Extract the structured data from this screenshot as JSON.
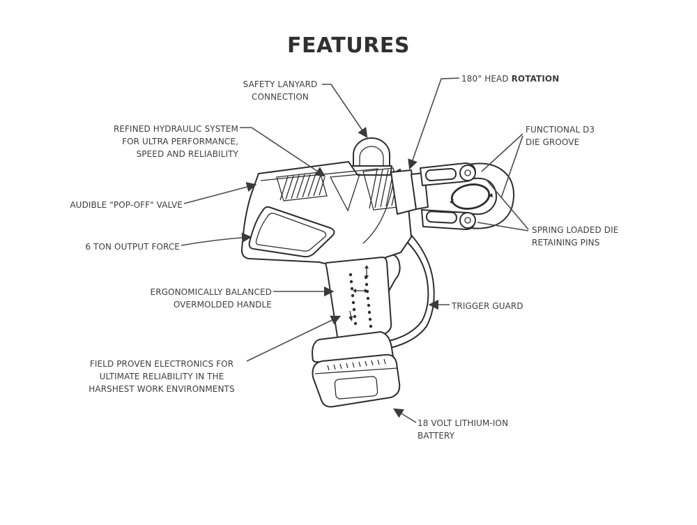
{
  "title": "FEATURES",
  "colors": {
    "ink": "#3d3d3d",
    "line_art": "#2d2d2d",
    "background": "#ffffff"
  },
  "labels": {
    "safety_lanyard": {
      "lines": [
        "SAFETY LANYARD",
        "CONNECTION"
      ]
    },
    "head_rotation": {
      "prefix": "180° HEAD ",
      "emphasis": "ROTATION"
    },
    "hydraulic_system": {
      "lines": [
        "REFINED HYDRAULIC SYSTEM",
        "FOR ULTRA PERFORMANCE,",
        "SPEED AND RELIABILITY"
      ]
    },
    "die_groove": {
      "lines": [
        "FUNCTIONAL D3",
        "DIE GROOVE"
      ]
    },
    "pop_off_valve": {
      "lines": [
        "AUDIBLE \"POP-OFF\" VALVE"
      ]
    },
    "output_force": {
      "lines": [
        "6 TON OUTPUT FORCE"
      ]
    },
    "retaining_pins": {
      "lines": [
        "SPRING LOADED DIE",
        "RETAINING PINS"
      ]
    },
    "overmolded_handle": {
      "lines": [
        "ERGONOMICALLY BALANCED",
        "OVERMOLDED HANDLE"
      ]
    },
    "trigger_guard": {
      "lines": [
        "TRIGGER GUARD"
      ]
    },
    "electronics": {
      "lines": [
        "FIELD PROVEN ELECTRONICS FOR",
        "ULTIMATE RELIABILITY IN THE",
        "HARSHEST WORK ENVIRONMENTS"
      ]
    },
    "battery": {
      "lines": [
        "18 VOLT LITHIUM-ION",
        "BATTERY"
      ]
    }
  }
}
